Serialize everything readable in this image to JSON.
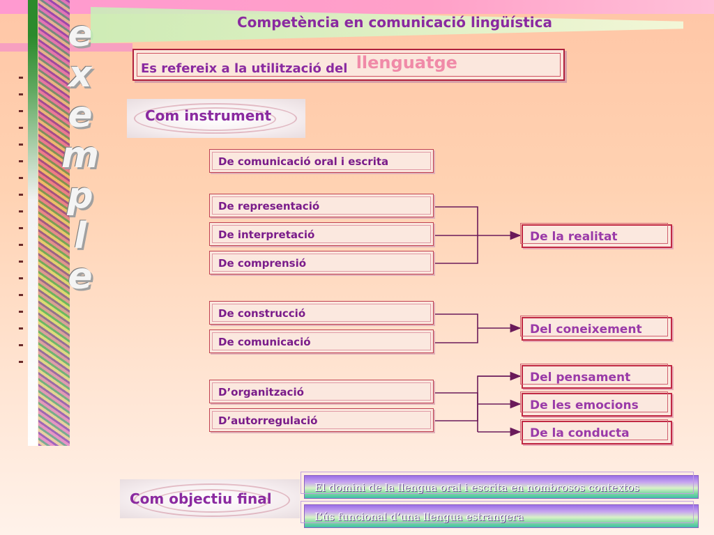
{
  "title": "Competència en comunicació lingüística",
  "header": {
    "text": "Es refereix  a la utilització del",
    "highlight": "llenguatge"
  },
  "side_word": [
    "e",
    "x",
    "e",
    "m",
    "p",
    "l",
    "e"
  ],
  "sections": {
    "instrument": "Com instrument",
    "objective": "Com objectiu final"
  },
  "items": [
    "De comunicació oral i escrita",
    "De representació",
    "De interpretació",
    "De comprensió",
    "De construcció",
    "De comunicació",
    "D’organització",
    "D’autorregulació"
  ],
  "targets": [
    "De la realitat",
    "Del coneixement",
    "Del pensament",
    "De les emocions",
    "De la conducta"
  ],
  "objectives": [
    "El domini de la llengua oral i escrita en nombrosos contextos",
    "L’ús funcional d’una llengua estrangera"
  ],
  "colors": {
    "text_purple": "#8a2aa0",
    "box_border": "#c02844",
    "connector": "#6a1a5a"
  }
}
